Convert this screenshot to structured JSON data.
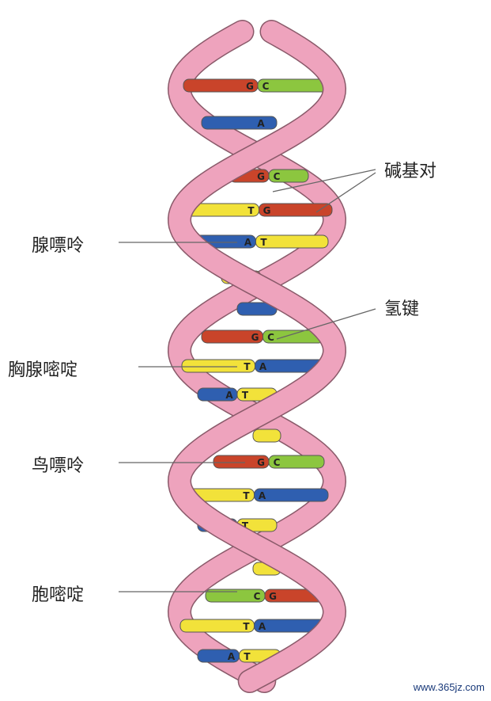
{
  "title": "DNA double helix",
  "labels": {
    "base_pair": "碱基对",
    "adenine": "腺嘌呤",
    "hydrogen_bond": "氢键",
    "thymine": "胸腺嘧啶",
    "guanine": "鸟嘌呤",
    "cytosine": "胞嘧啶"
  },
  "watermark": "www.365jz.com",
  "colors": {
    "strand": "#eea3bd",
    "strand_edge": "#8a5a6a",
    "G": "#c9442a",
    "C": "#8cc63f",
    "T": "#f2e23a",
    "A": "#2f5fb0"
  },
  "rungs": [
    {
      "left": "G",
      "right": "C"
    },
    {
      "left": "A",
      "right": ""
    },
    {
      "left": "G",
      "right": "C"
    },
    {
      "left": "T",
      "right": "G"
    },
    {
      "left": "A",
      "right": "T"
    },
    {
      "left": "T",
      "right": ""
    },
    {
      "left": "A",
      "right": ""
    },
    {
      "left": "G",
      "right": "C"
    },
    {
      "left": "T",
      "right": "A"
    },
    {
      "left": "A",
      "right": "T"
    },
    {
      "left": "T",
      "right": ""
    },
    {
      "left": "G",
      "right": "C"
    },
    {
      "left": "T",
      "right": "A"
    },
    {
      "left": "A",
      "right": "T"
    },
    {
      "left": "T",
      "right": ""
    },
    {
      "left": "C",
      "right": "G"
    },
    {
      "left": "T",
      "right": "A"
    },
    {
      "left": "A",
      "right": "T"
    }
  ]
}
